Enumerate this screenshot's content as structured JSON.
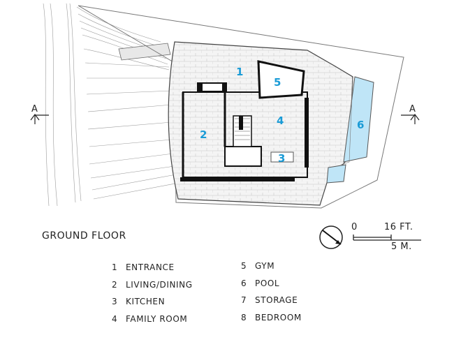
{
  "title": "GROUND FLOOR",
  "section_marker": "A",
  "rooms": [
    {
      "num": "1",
      "label": "ENTRANCE"
    },
    {
      "num": "2",
      "label": "LIVING/DINING"
    },
    {
      "num": "3",
      "label": "KITCHEN"
    },
    {
      "num": "4",
      "label": "FAMILY ROOM"
    },
    {
      "num": "5",
      "label": "GYM"
    },
    {
      "num": "6",
      "label": "POOL"
    },
    {
      "num": "7",
      "label": "STORAGE"
    },
    {
      "num": "8",
      "label": "BEDROOM"
    }
  ],
  "scale": {
    "zero": "0",
    "feet": "16 FT.",
    "meters": "5 M."
  },
  "colors": {
    "label": "#1a9bd6",
    "pool": "#bfe5f7",
    "wall": "#111111",
    "line": "#8a8a8a"
  },
  "icons": {
    "north": "north-arrow-icon",
    "section": "section-arrow-icon"
  }
}
